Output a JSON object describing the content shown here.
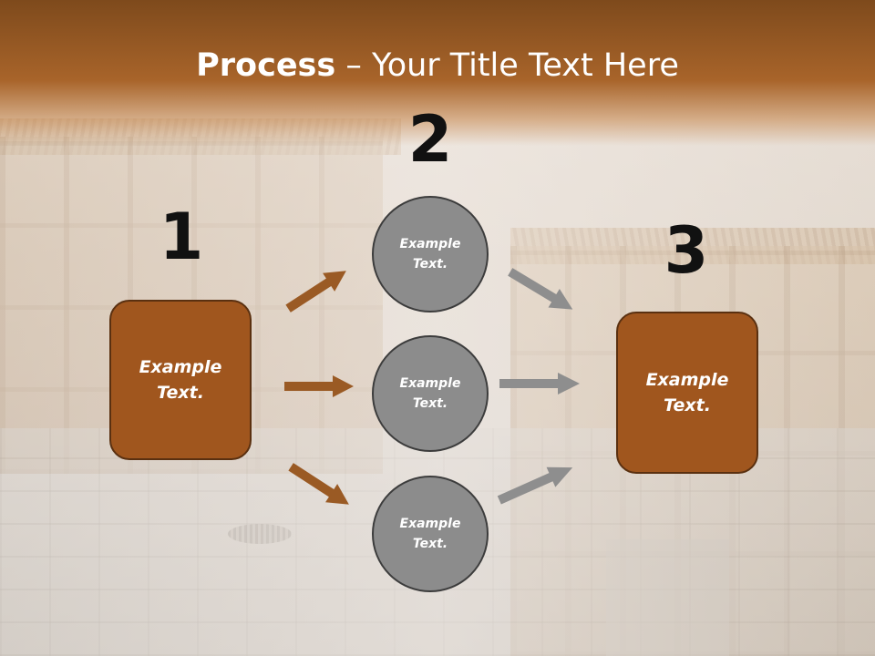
{
  "title": {
    "bold": "Process",
    "rest": " – Your Title Text Here"
  },
  "steps": [
    {
      "number": "1",
      "box_line1": "Example",
      "box_line2": "Text."
    },
    {
      "number": "2"
    },
    {
      "number": "3",
      "box_line1": "Example",
      "box_line2": "Text."
    }
  ],
  "circles": [
    {
      "line1": "Example",
      "line2": "Text."
    },
    {
      "line1": "Example",
      "line2": "Text."
    },
    {
      "line1": "Example",
      "line2": "Text."
    }
  ],
  "colors": {
    "title_band": "#a8642a",
    "box": "#a0561e",
    "circle": "#8c8c8c",
    "arrow_brown": "#9a5a24",
    "arrow_gray": "#8e8e8e"
  }
}
